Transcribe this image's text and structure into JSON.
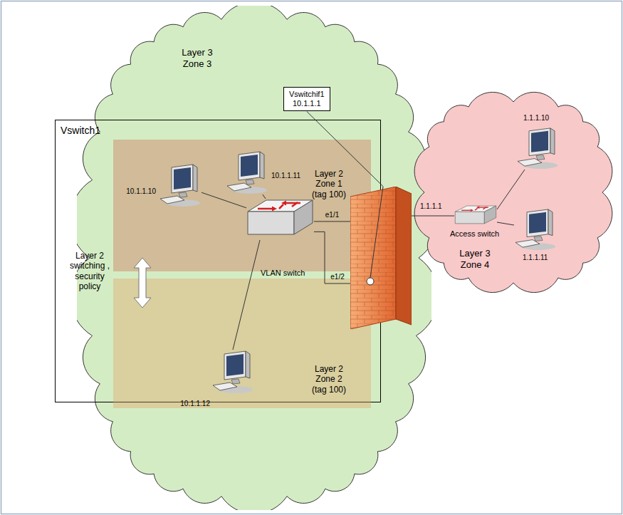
{
  "diagram": {
    "nodes": [
      {
        "text": [
          "Layer 3 Zone 3"
        ]
      },
      {
        "text": [
          "Vswitch1"
        ]
      },
      {
        "text": [
          "Layer 2 Zone 1 (tag 100)"
        ],
        "in": 1
      },
      {
        "text": [
          "10.1.1.10"
        ],
        "in": 2
      },
      {
        "text": [
          "10.1.1.11"
        ],
        "in": 2
      },
      {
        "text": [
          "Layer 2 Zone 2 (tag 100)"
        ],
        "in": 1
      },
      {
        "text": [
          "10.1.1.12"
        ],
        "in": 5
      },
      {
        "text": [
          "VLAN switch"
        ],
        "in": 1
      },
      {
        "text": [
          "Vswitchif1",
          "10.1.1.1"
        ],
        "in": 0
      },
      {
        "text": [
          "1.1.1.1"
        ]
      },
      {
        "text": [
          "Layer 3 Zone 4"
        ]
      },
      {
        "text": [
          "Access switch"
        ],
        "in": 10
      },
      {
        "text": [
          "1.1.1.10"
        ],
        "in": 10
      },
      {
        "text": [
          "1.1.1.11"
        ],
        "in": 10
      }
    ],
    "edges": [
      {
        "from": 3,
        "to": 7,
        "arrow": "none"
      },
      {
        "from": 4,
        "to": 7,
        "arrow": "none"
      },
      {
        "from": 6,
        "to": 7,
        "arrow": "none"
      },
      {
        "from": 7,
        "to": 9,
        "arrow": "none",
        "label": "e1/1"
      },
      {
        "from": 7,
        "to": 9,
        "arrow": "none",
        "label": "e1/2"
      },
      {
        "from": 8,
        "to": 9,
        "arrow": "none"
      },
      {
        "from": 9,
        "to": 11,
        "arrow": "none"
      },
      {
        "from": 11,
        "to": 12,
        "arrow": "none"
      },
      {
        "from": 11,
        "to": 13,
        "arrow": "none"
      }
    ],
    "labels": [
      "Layer 2 switching , security policy"
    ]
  }
}
